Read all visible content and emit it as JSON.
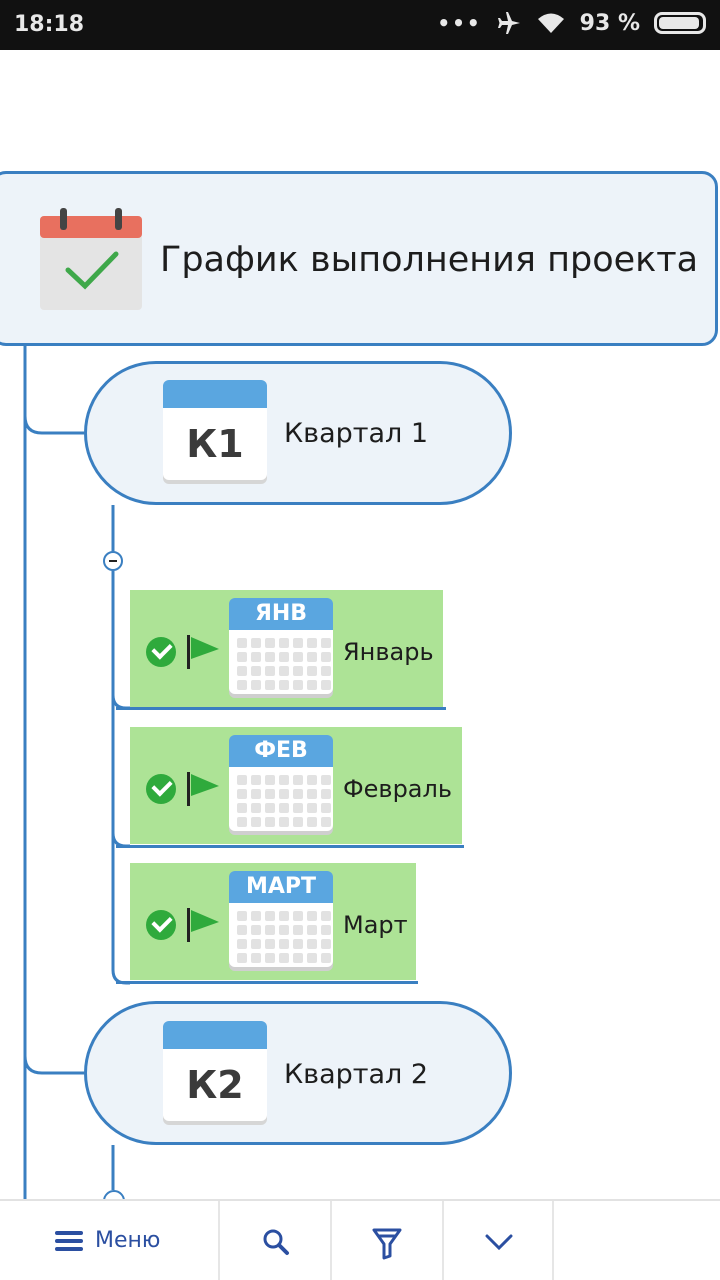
{
  "status_bar": {
    "time": "18:18",
    "dots": "•••",
    "battery": "93 %"
  },
  "map": {
    "root": {
      "title": "График выполнения проекта"
    },
    "quarters": [
      {
        "badge": "К1",
        "label": "Квартал 1"
      },
      {
        "badge": "К2",
        "label": "Квартал 2"
      }
    ],
    "months": [
      {
        "badge": "ЯНВ",
        "label": "Январь"
      },
      {
        "badge": "ФЕВ",
        "label": "Февраль"
      },
      {
        "badge": "МАРТ",
        "label": "Март"
      }
    ]
  },
  "toolbar": {
    "menu_label": "Меню"
  },
  "colors": {
    "accent": "#3a7fc1",
    "node_fill": "#edf3f9",
    "month_fill": "#ade396",
    "check": "#2faa3c",
    "toolbar_icon": "#2b4fa1"
  }
}
